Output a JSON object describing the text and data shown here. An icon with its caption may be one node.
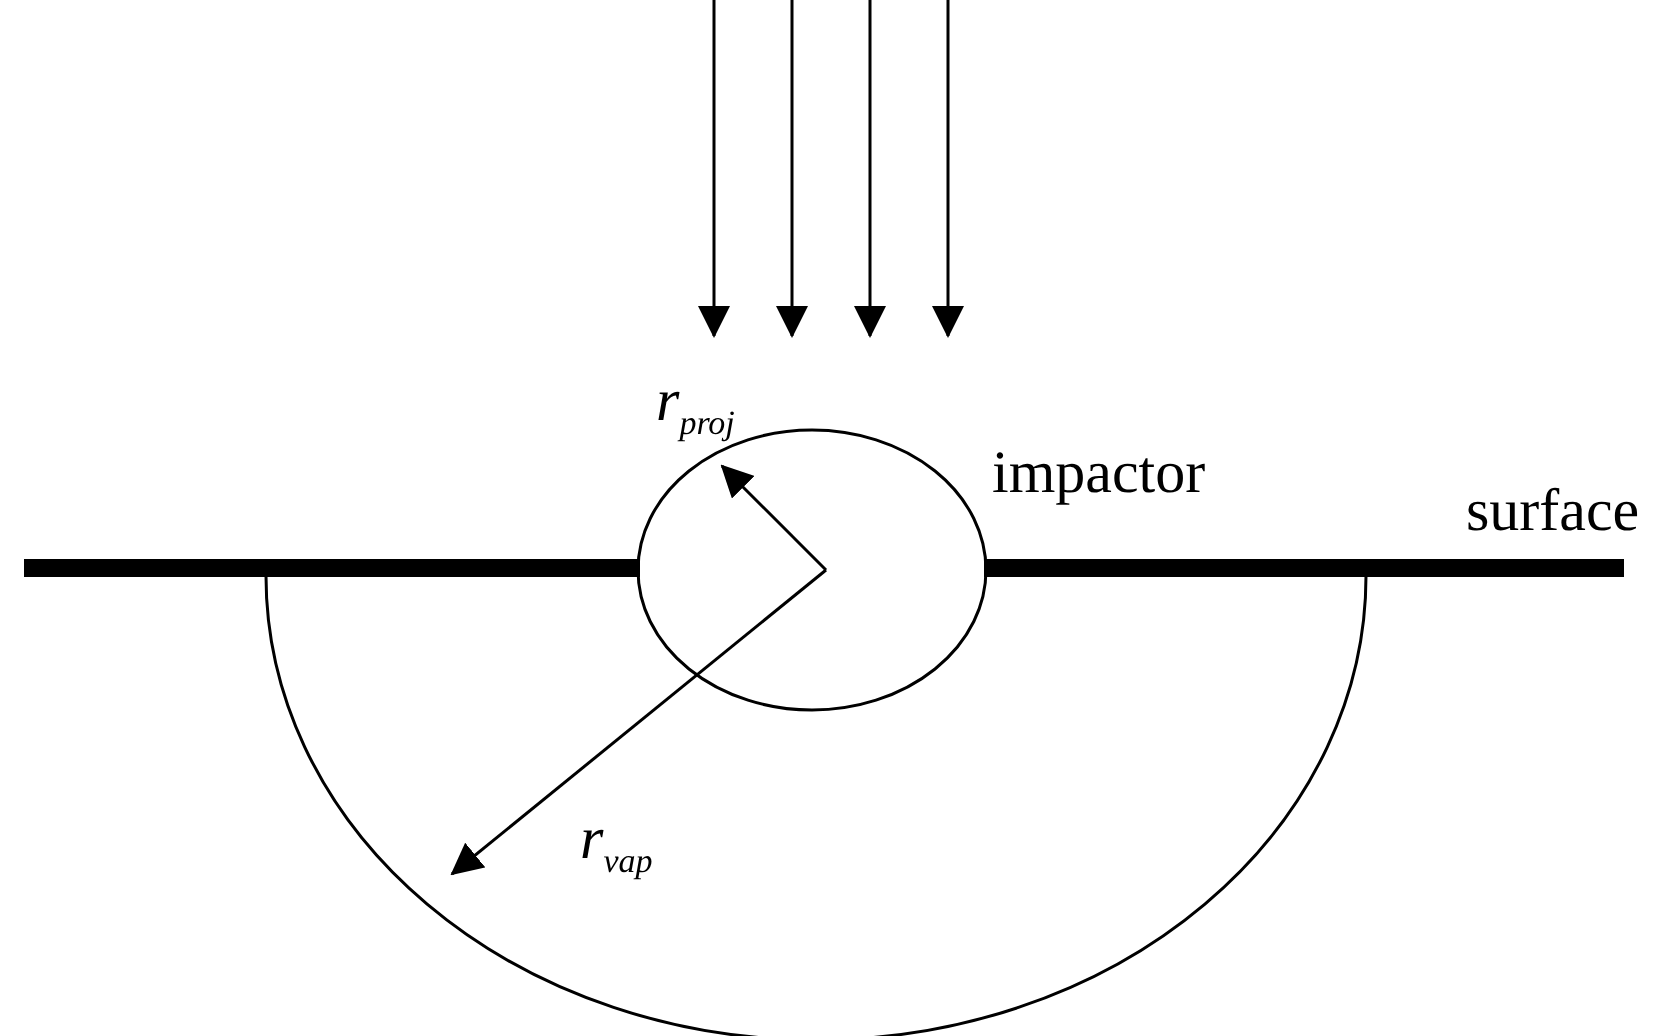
{
  "diagram": {
    "labels": [
      "r$_{proj}$",
      "impactor",
      "surface",
      "r$_{vap}$"
    ]
  }
}
